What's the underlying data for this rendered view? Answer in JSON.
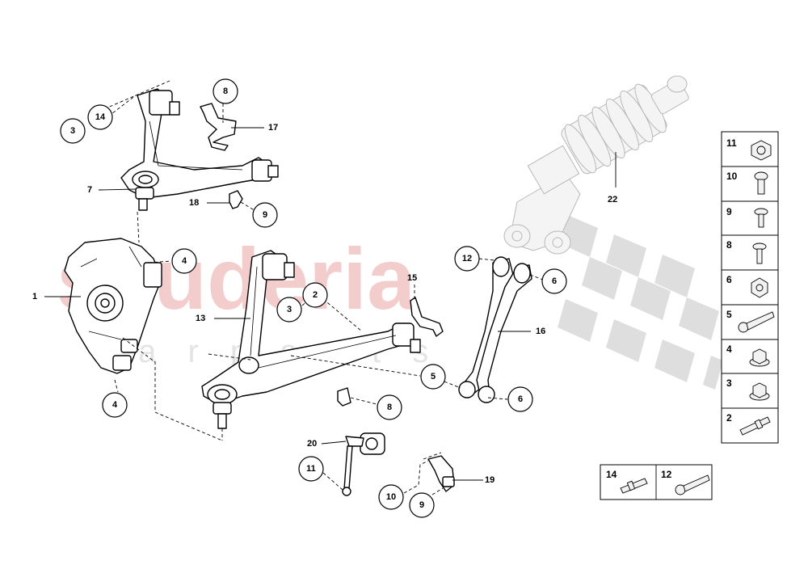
{
  "watermark": {
    "brand": "scuderia",
    "sub": "c a r p a r t s",
    "brand_color": "#f2c4c4",
    "checker_color": "#d9d9d9"
  },
  "callouts": {
    "c14": "14",
    "c3a": "3",
    "c8a": "8",
    "c17": "17",
    "c7": "7",
    "c18": "18",
    "c9a": "9",
    "c4a": "4",
    "c1": "1",
    "c4b": "4",
    "c13": "13",
    "c2": "2",
    "c3b": "3",
    "c15": "15",
    "c12": "12",
    "c6a": "6",
    "c16": "16",
    "c5": "5",
    "c6b": "6",
    "c8b": "8",
    "c20": "20",
    "c11": "11",
    "c10": "10",
    "c9b": "9",
    "c19": "19",
    "c22": "22"
  },
  "legend": {
    "items": [
      "11",
      "10",
      "9",
      "8",
      "6",
      "5",
      "4",
      "3",
      "2"
    ],
    "bottom_items": [
      "14",
      "12"
    ]
  }
}
